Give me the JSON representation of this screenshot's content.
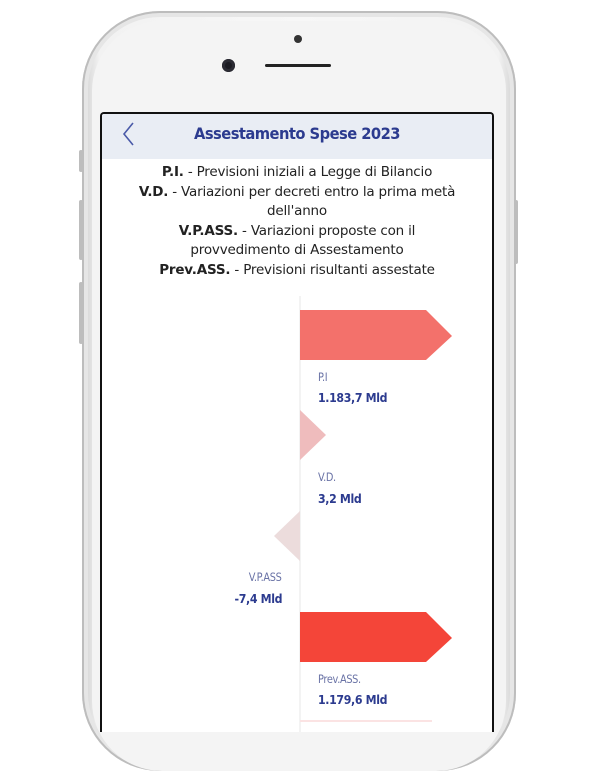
{
  "header": {
    "title": "Assestamento Spese 2023",
    "back_icon": "chevron-left-icon"
  },
  "legend": [
    {
      "abbr": "P.I.",
      "text": " - Previsioni iniziali a Legge di Bilancio"
    },
    {
      "abbr": "V.D.",
      "text": " - Variazioni per decreti entro la prima metà dell'anno"
    },
    {
      "abbr": "V.P.ASS.",
      "text": " - Variazioni proposte con il provvedimento di Assestamento"
    },
    {
      "abbr": "Prev.ASS.",
      "text": " - Previsioni risultanti assestate"
    }
  ],
  "legend_lines": {
    "l1_abbr": "P.I.",
    "l1_text": " - Previsioni iniziali a Legge di Bilancio",
    "l2_abbr": "V.D.",
    "l2_text": " - Variazioni per decreti entro la prima metà",
    "l3_text": "dell'anno",
    "l4_abbr": "V.P.ASS.",
    "l4_text": " - Variazioni proposte con il",
    "l5_text": "provvedimento di Assestamento",
    "l6_abbr": "Prev.ASS.",
    "l6_text": " - Previsioni risultanti assestate"
  },
  "bars": [
    {
      "label": "P.I",
      "value_text": "1.183,7 Mld",
      "color": "#f3716b"
    },
    {
      "label": "V.D.",
      "value_text": "3,2 Mld",
      "color": "#efbcbd"
    },
    {
      "label": "V.P.ASS",
      "value_text": "-7,4 Mld",
      "color": "#ecdcdc"
    },
    {
      "label": "Prev.ASS.",
      "value_text": "1.179,6 Mld",
      "color": "#f44539"
    }
  ],
  "colors": {
    "header_bg": "#e9edf4",
    "title": "#2c3b8f",
    "label": "#6a73a6",
    "value": "#2c3b8f"
  },
  "chart_data": {
    "type": "bar",
    "orientation": "horizontal",
    "title": "Assestamento Spese 2023",
    "categories": [
      "P.I",
      "V.D.",
      "V.P.ASS",
      "Prev.ASS."
    ],
    "values": [
      1183.7,
      3.2,
      -7.4,
      1179.6
    ],
    "unit": "Mld",
    "value_labels": [
      "1.183,7 Mld",
      "3,2 Mld",
      "-7,4 Mld",
      "1.179,6 Mld"
    ],
    "colors": [
      "#f3716b",
      "#efbcbd",
      "#ecdcdc",
      "#f44539"
    ],
    "xlabel": "",
    "ylabel": "",
    "grid": false,
    "legend_position": "top"
  }
}
